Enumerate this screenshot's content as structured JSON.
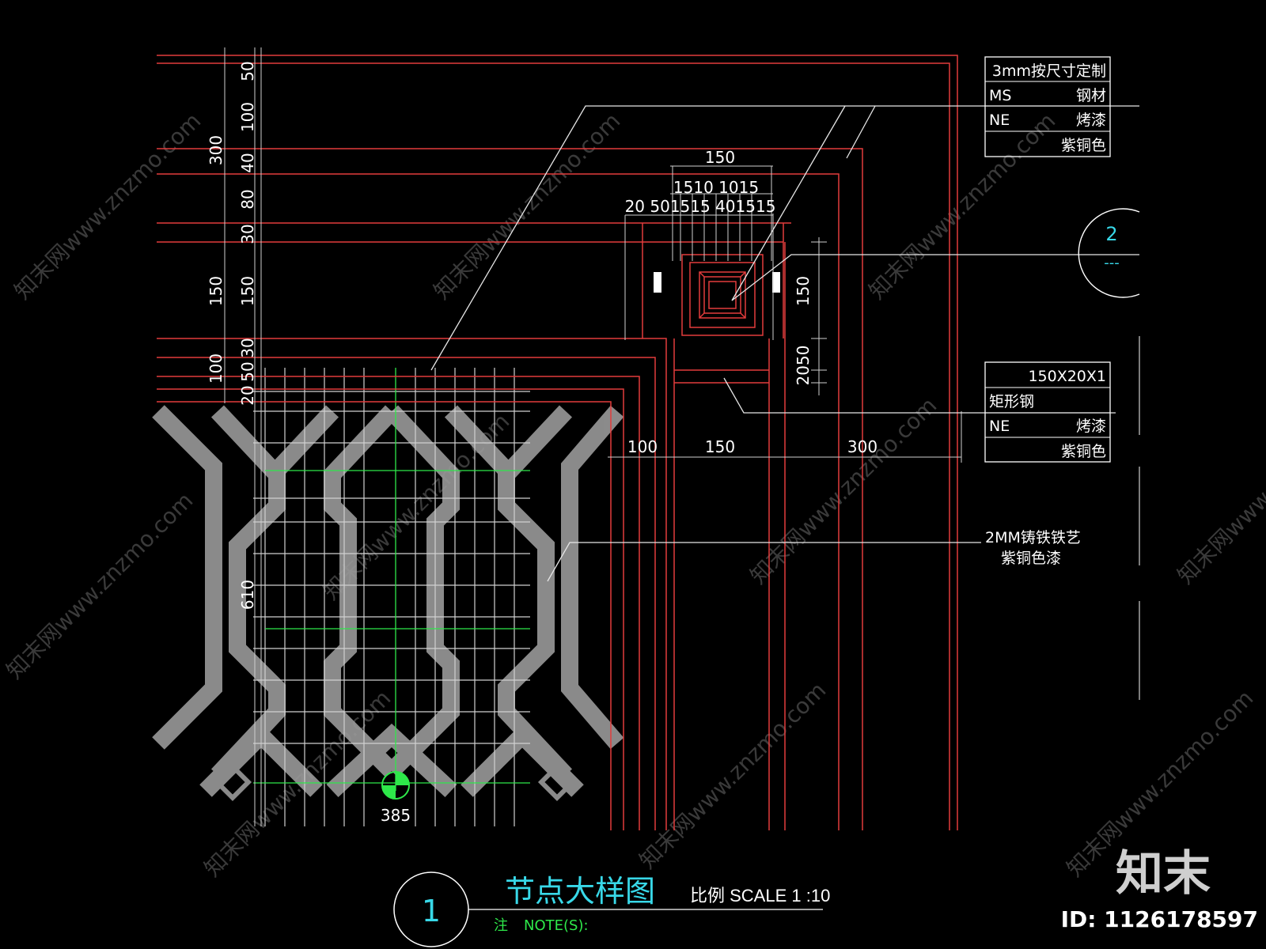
{
  "dims": {
    "left_stack": [
      "50",
      "100",
      "40",
      "80",
      "30",
      "150",
      "30",
      "50",
      "20"
    ],
    "left_group_300": "300",
    "left_group_150": "150",
    "left_group_100": "100",
    "left_610": "610",
    "top_150": "150",
    "top_row2": "1510 1015",
    "top_row3": "20 501515 401515",
    "right_150": "150",
    "right_2050": "2050",
    "bottom_100": "100",
    "bottom_150": "150",
    "bottom_300": "300",
    "center_385": "385"
  },
  "tables": {
    "t1": {
      "title": "3mm按尺寸定制",
      "rows": [
        [
          "MS",
          "钢材"
        ],
        [
          "NE",
          "烤漆"
        ],
        [
          "",
          "紫铜色"
        ]
      ]
    },
    "t2": {
      "title": "150X20X1",
      "rows": [
        [
          "矩形钢",
          ""
        ],
        [
          "NE",
          "烤漆"
        ],
        [
          "",
          "紫铜色"
        ]
      ]
    }
  },
  "note_iron": [
    "2MM铸铁铁艺",
    "紫铜色漆"
  ],
  "detail_ref": {
    "num": "2",
    "sub": "---"
  },
  "title_block": {
    "num": "1",
    "title": "节点大样图",
    "scale": "比例 SCALE 1 :10",
    "note_label": "注",
    "note_text": "NOTE(S):"
  },
  "watermark": {
    "brand": "知末",
    "id": "ID: 1126178597",
    "site": "知末网www.znzmo.com"
  },
  "colors": {
    "red": "#e23c3c",
    "green": "#2ee84a",
    "cyan": "#38d8e8",
    "grid": "#d8d8d8",
    "white": "#ffffff"
  }
}
